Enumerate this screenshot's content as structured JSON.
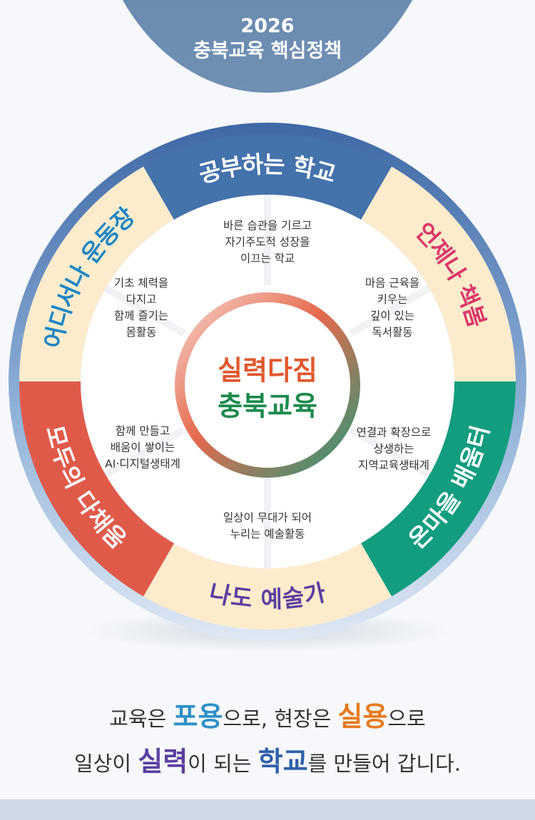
{
  "header": {
    "year": "2026",
    "title": "충북교육 핵심정책"
  },
  "center": {
    "line1": "실력다짐",
    "line2": "충북교육"
  },
  "segments": [
    {
      "label": "공부하는 학교",
      "description": "바른 습관을 기르고\n자기주도적 성장을\n이끄는 학교",
      "band_color": "#4472ab",
      "label_color": "#ffffff"
    },
    {
      "label": "언제나 책봄",
      "description": "마음 근육을\n키우는\n깊이 있는\n독서활동",
      "band_color": "#fdeccc",
      "label_color": "#d9376b"
    },
    {
      "label": "온마을 배움터",
      "description": "연결과 확장으로\n상생하는\n지역교육생태계",
      "band_color": "#129d7f",
      "label_color": "#ffffff"
    },
    {
      "label": "나도 예술가",
      "description": "일상이 무대가 되어\n누리는 예술활동",
      "band_color": "#fdeccc",
      "label_color": "#5a3fa0"
    },
    {
      "label": "모두의 다채움",
      "description": "함께 만들고\n배움이 쌓이는\nAI·디지털생태계",
      "band_color": "#e05a4a",
      "label_color": "#ffffff"
    },
    {
      "label": "어디서나 운동장",
      "description": "기초 체력을\n다지고\n함께 즐기는\n몸활동",
      "band_color": "#fdeccc",
      "label_color": "#1f86c6"
    }
  ],
  "slogan": {
    "line1": [
      {
        "text": "교육은 ",
        "style": "normal"
      },
      {
        "text": "포용",
        "style": "blue"
      },
      {
        "text": "으로,  현장은 ",
        "style": "normal"
      },
      {
        "text": "실용",
        "style": "orange"
      },
      {
        "text": "으로",
        "style": "normal"
      }
    ],
    "line2": [
      {
        "text": "일상이 ",
        "style": "normal"
      },
      {
        "text": "실력",
        "style": "purple"
      },
      {
        "text": "이 되는 ",
        "style": "normal"
      },
      {
        "text": "학교",
        "style": "darkblue"
      },
      {
        "text": "를 만들어 갑니다.",
        "style": "normal"
      }
    ]
  }
}
